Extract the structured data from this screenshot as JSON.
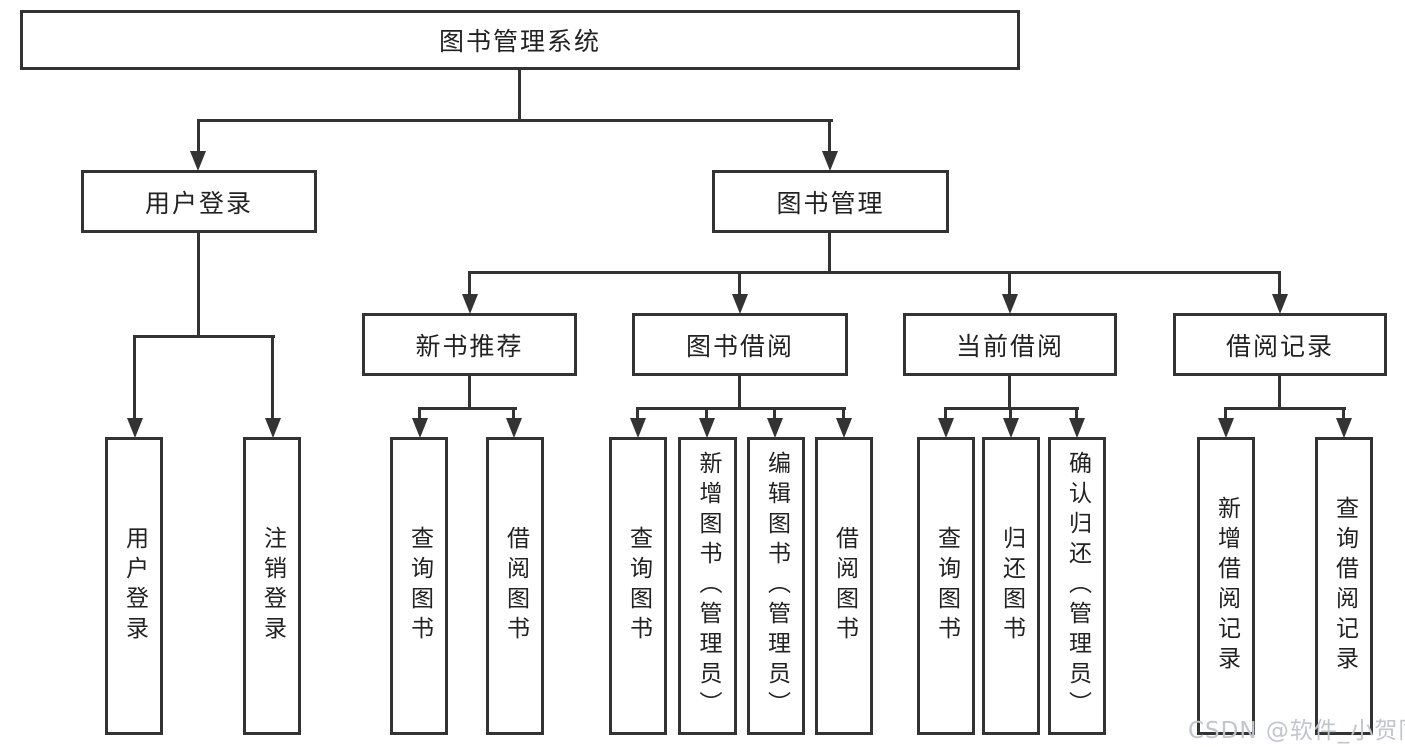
{
  "diagram": {
    "root": {
      "id": "library-management-system",
      "label": "图书管理系统"
    },
    "level1": [
      {
        "id": "user-login",
        "label": "用户登录"
      },
      {
        "id": "book-management",
        "label": "图书管理"
      }
    ],
    "level2": [
      {
        "id": "new-book-recommend",
        "parent": "book-management",
        "label": "新书推荐"
      },
      {
        "id": "book-borrowing",
        "parent": "book-management",
        "label": "图书借阅"
      },
      {
        "id": "current-borrowing",
        "parent": "book-management",
        "label": "当前借阅"
      },
      {
        "id": "borrowing-records",
        "parent": "book-management",
        "label": "借阅记录"
      }
    ],
    "leaves": [
      {
        "id": "user-login-leaf",
        "parent": "user-login",
        "label": "用户登录"
      },
      {
        "id": "logout",
        "parent": "user-login",
        "label": "注销登录"
      },
      {
        "id": "query-books-recommend",
        "parent": "new-book-recommend",
        "label": "查询图书"
      },
      {
        "id": "borrow-books-recommend",
        "parent": "new-book-recommend",
        "label": "借阅图书"
      },
      {
        "id": "query-books-borrowing",
        "parent": "book-borrowing",
        "label": "查询图书"
      },
      {
        "id": "add-book-admin",
        "parent": "book-borrowing",
        "label": "新增图书（管理员）"
      },
      {
        "id": "edit-book-admin",
        "parent": "book-borrowing",
        "label": "编辑图书（管理员）"
      },
      {
        "id": "borrow-books-borrowing",
        "parent": "book-borrowing",
        "label": "借阅图书"
      },
      {
        "id": "query-books-current",
        "parent": "current-borrowing",
        "label": "查询图书"
      },
      {
        "id": "return-book",
        "parent": "current-borrowing",
        "label": "归还图书"
      },
      {
        "id": "confirm-return-admin",
        "parent": "current-borrowing",
        "label": "确认归还（管理员）"
      },
      {
        "id": "add-borrow-record",
        "parent": "borrowing-records",
        "label": "新增借阅记录"
      },
      {
        "id": "query-borrow-record",
        "parent": "borrowing-records",
        "label": "查询借阅记录"
      }
    ]
  },
  "watermark": {
    "text": "CSDN @软件_小贺同学"
  },
  "colors": {
    "line": "#333333",
    "text": "#222222",
    "background": "#ffffff",
    "watermark": "#c2c5cd"
  }
}
